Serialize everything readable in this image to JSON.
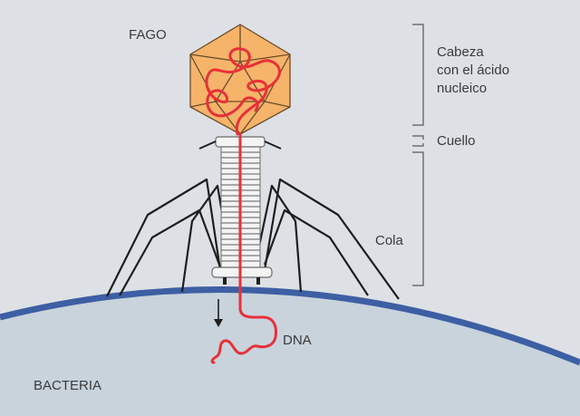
{
  "labels": {
    "phage": "FAGO",
    "head_line1": "Cabeza",
    "head_line2": "con el ácido",
    "head_line3": "nucleico",
    "neck": "Cuello",
    "tail": "Cola",
    "dna": "DNA",
    "bacteria": "BACTERIA"
  },
  "colors": {
    "background": "#dde1e5",
    "bacteria_fill": "#c8d3dc",
    "membrane": "#3d5fa3",
    "capsid_fill": "#f6b46a",
    "capsid_stroke": "#6b4b2a",
    "dna": "#e8303a",
    "tail_fill": "#f4f4f4",
    "tail_stroke": "#6a6a6a",
    "fibers": "#1e1e1e",
    "bracket": "#707070",
    "text": "#3a3a3a"
  }
}
